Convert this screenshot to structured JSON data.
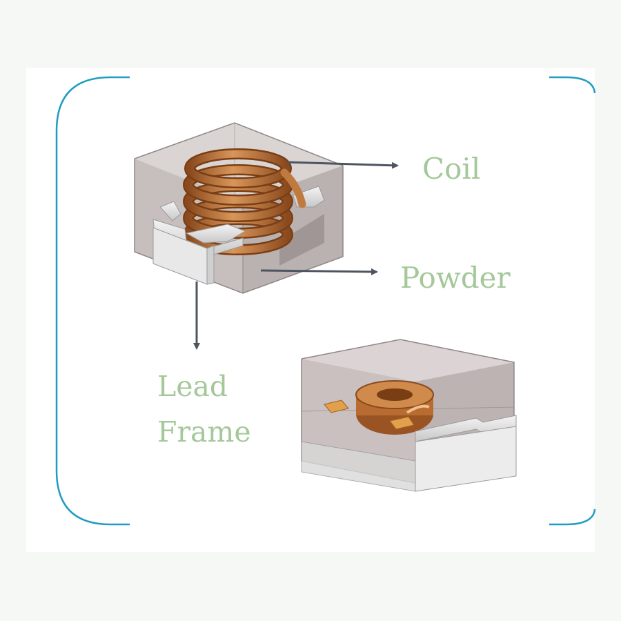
{
  "labels": {
    "coil": "Coil",
    "powder": "Powder",
    "lead": "Lead",
    "frame": "Frame"
  },
  "colors": {
    "background": "#f6f8f5",
    "panel": "#ffffff",
    "bracket": "#1f9cc0",
    "label_text": "#a4c89a",
    "arrow": "#4d5560",
    "copper": "#c07a3e",
    "copper_dark": "#8a4a1e",
    "housing": "#b7adad",
    "lead_frame": "#e4e4e4"
  },
  "components": [
    {
      "name": "coil",
      "label_key": "coil"
    },
    {
      "name": "powder",
      "label_key": "powder"
    },
    {
      "name": "lead-frame",
      "label_key": "lead"
    }
  ]
}
